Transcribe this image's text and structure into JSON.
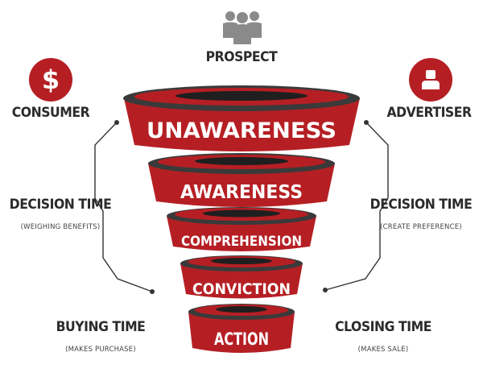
{
  "header": {
    "title": "PROSPECT",
    "icon": "people-group-icon"
  },
  "left": {
    "heading": "CONSUMER",
    "icon": "dollar-icon",
    "decision": {
      "title": "DECISION TIME",
      "subtitle": "(WEIGHING BENEFITS)"
    },
    "final": {
      "title": "BUYING TIME",
      "subtitle": "(MAKES PURCHASE)"
    }
  },
  "right": {
    "heading": "ADVERTISER",
    "icon": "person-icon",
    "decision": {
      "title": "DECISION TIME",
      "subtitle": "(CREATE PREFERENCE)"
    },
    "final": {
      "title": "CLOSING TIME",
      "subtitle": "(MAKES SALE)"
    }
  },
  "stages": [
    {
      "label": "UNAWARENESS"
    },
    {
      "label": "AWARENESS"
    },
    {
      "label": "COMPREHENSION"
    },
    {
      "label": "CONVICTION"
    },
    {
      "label": "ACTION"
    }
  ],
  "colors": {
    "accent": "#b51f24",
    "dark_rim": "#2a2a2a",
    "gray": "#8a8a8a",
    "text": "#2b2b2b"
  }
}
